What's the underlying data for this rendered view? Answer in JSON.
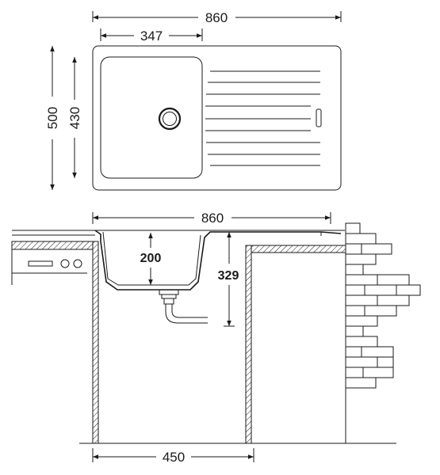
{
  "dimensions": {
    "top_width": "860",
    "bowl_width": "347",
    "total_depth": "500",
    "bowl_depth": "430",
    "section_width": "860",
    "bowl_height": "200",
    "install_depth": "329",
    "cabinet_width": "450"
  }
}
